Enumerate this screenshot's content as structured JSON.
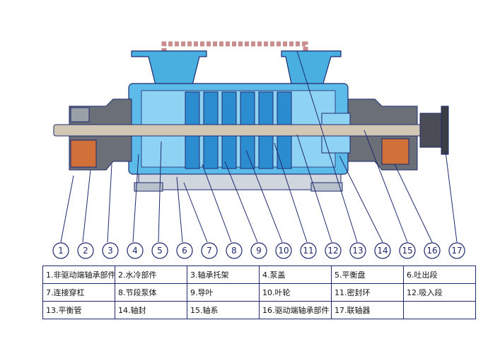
{
  "callouts": [
    "1",
    "2",
    "3",
    "4",
    "5",
    "6",
    "7",
    "8",
    "9",
    "10",
    "11",
    "12",
    "13",
    "14",
    "15",
    "16",
    "17"
  ],
  "legend": [
    "1.非驱动端轴承部件",
    "2.水冷部件",
    "3.轴承托架",
    "4.泵盖",
    "5.平衡盘",
    "6.吐出段",
    "7.连接穿杠",
    "8.节段泵体",
    "9.导叶",
    "10.叶轮",
    "11.密封环",
    "12.吸入段",
    "13.平衡管",
    "14.轴封",
    "15.轴系",
    "16.驱动端轴承部件",
    "17.联轴器",
    ""
  ]
}
